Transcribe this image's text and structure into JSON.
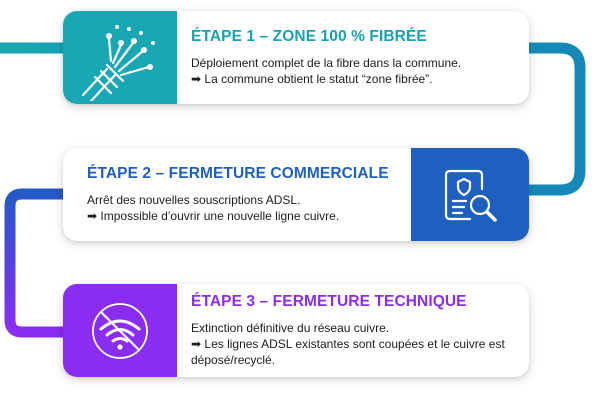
{
  "steps": [
    {
      "title": "ÉTAPE 1 – ZONE 100 % FIBRÉE",
      "line1": "Déploiement complet de la fibre dans la commune.",
      "line2": "➡ La commune obtient le statut “zone fibrée”.",
      "icon": "fiber-cable-icon",
      "color": "#17a2b0"
    },
    {
      "title": "ÉTAPE 2 – FERMETURE COMMERCIALE",
      "line1": "Arrêt des nouvelles souscriptions ADSL.",
      "line2": "➡ Impossible d’ouvrir une nouvelle ligne cuivre.",
      "icon": "document-search-icon",
      "color": "#1f5fc0"
    },
    {
      "title": "ÉTAPE 3 – FERMETURE TECHNIQUE",
      "line1": "Extinction définitive du réseau cuivre.",
      "line2": "➡ Les lignes ADSL existantes sont coupées et le cuivre est",
      "line3": "déposé/recyclé.",
      "icon": "no-signal-icon",
      "color": "#8b2df0"
    }
  ]
}
